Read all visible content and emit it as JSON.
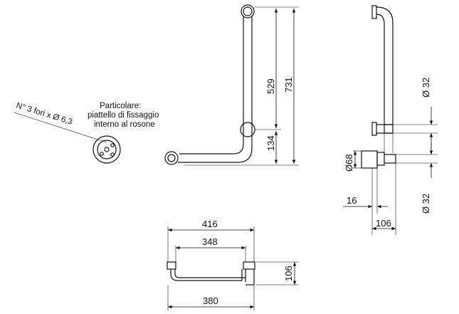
{
  "note": {
    "holes_label": "N° 3 fori x Ø 6,3",
    "detail_title": "Particolare:",
    "detail_line1": "piattello di fissaggio",
    "detail_line2": "interno al rosone"
  },
  "front_view": {
    "dim_upper": "529",
    "dim_lower": "134",
    "dim_total": "731"
  },
  "side_view": {
    "dim_diameter_top": "Ø 32",
    "dim_rosette": "Ø68",
    "dim_diameter_bottom": "Ø 32",
    "dim_offset": "16",
    "dim_depth": "106"
  },
  "plan_view": {
    "dim_outer": "416",
    "dim_inner": "348",
    "dim_base": "380",
    "dim_depth": "106"
  }
}
